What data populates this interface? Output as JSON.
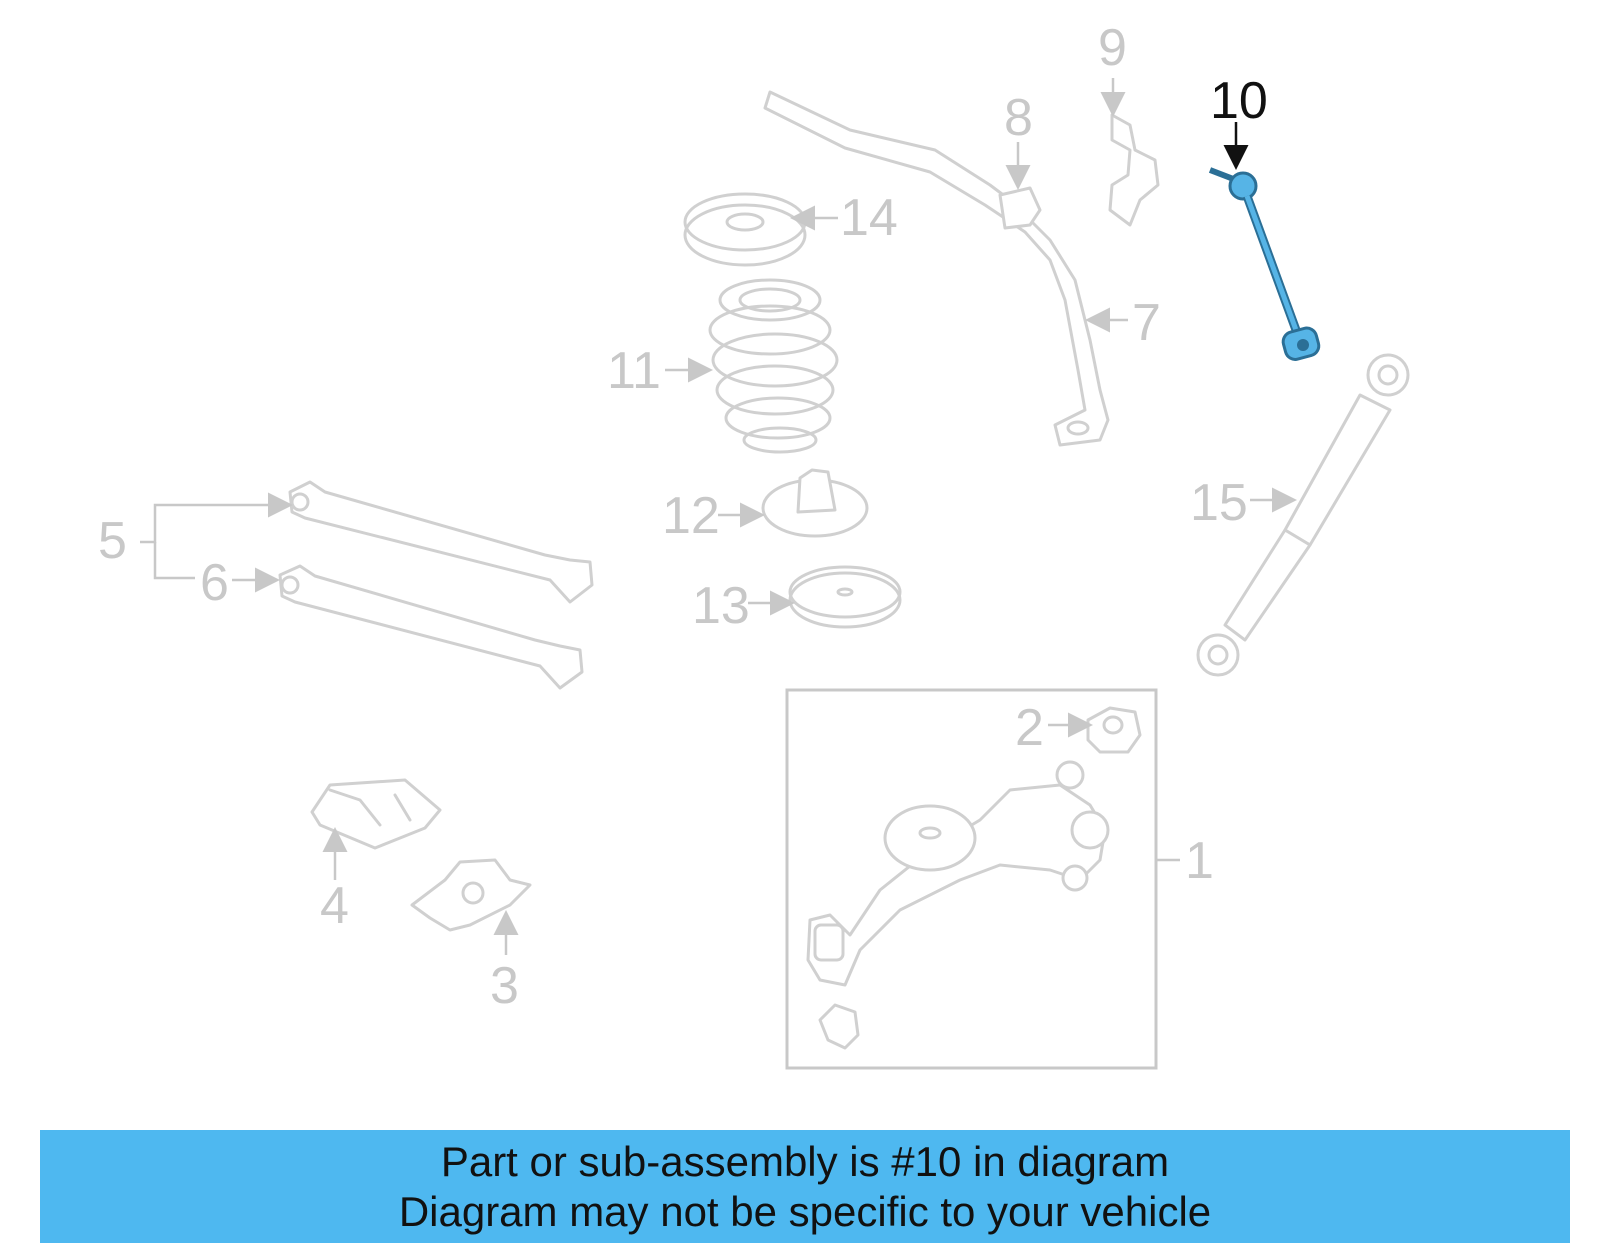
{
  "diagram": {
    "highlight_color": "#56b4e6",
    "muted_color": "#c8c8c8",
    "callouts": {
      "c1": "1",
      "c2": "2",
      "c3": "3",
      "c4": "4",
      "c5": "5",
      "c6": "6",
      "c7": "7",
      "c8": "8",
      "c9": "9",
      "c10": "10",
      "c11": "11",
      "c12": "12",
      "c13": "13",
      "c14": "14",
      "c15": "15"
    },
    "highlighted_part": "10"
  },
  "banner": {
    "line1": "Part or sub-assembly is #10 in diagram",
    "line2": "Diagram may not be specific to your vehicle",
    "background": "#4eb8f0"
  }
}
